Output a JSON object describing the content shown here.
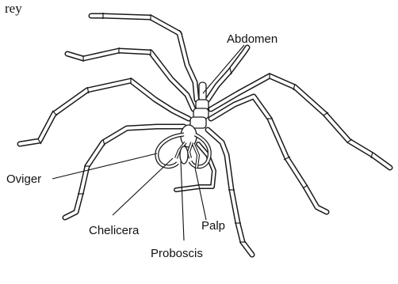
{
  "fragment_text": "rey",
  "labels": {
    "abdomen": "Abdomen",
    "oviger": "Oviger",
    "chelicera": "Chelicera",
    "palp": "Palp",
    "proboscis": "Proboscis"
  },
  "colors": {
    "ink": "#1a1a1a",
    "background": "#ffffff"
  }
}
